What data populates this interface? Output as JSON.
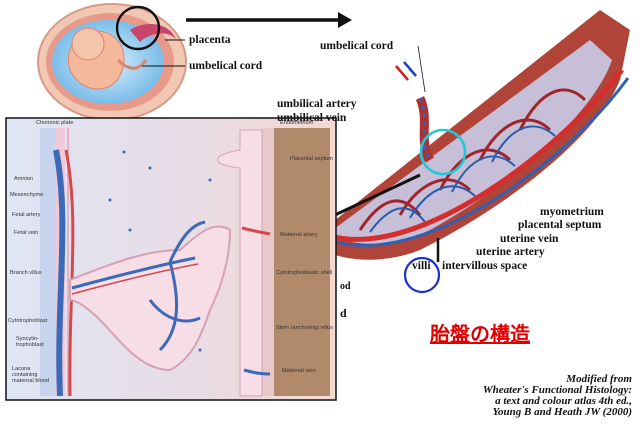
{
  "fetus_labels": {
    "placenta": "placenta",
    "umbilical_cord": "umbelical cord"
  },
  "placenta_labels": {
    "umbilical_cord": "umbelical cord",
    "umbilical_artery": "umbilical artery",
    "umbilical_vein": "umbilical vein",
    "myometrium": "myometrium",
    "placental_septum": "placental septum",
    "uterine_vein": "uterine vein",
    "uterine_artery": "uterine artery",
    "villi": "villi",
    "intervillous_space": "intervillous space",
    "blood_fragment": "od",
    "d_fragment": "d"
  },
  "histology_labels": {
    "chorionic_plate": "Chorionic plate",
    "endometrium": "Endometrium",
    "amnion": "Amnion",
    "mesenchyme": "Mesenchyme",
    "fetal_artery": "Fetal artery",
    "fetal_vein": "Fetal vein",
    "branch_villus": "Branch villus",
    "cytotrophoblast": "Cytotrophoblast",
    "syncytiotrophoblast": "Syncytio-\ntrophoblast",
    "lacuna": "Lacuna\ncontaining\nmaternal blood",
    "placental_septum": "Placental septum",
    "maternal_artery": "Maternal artery",
    "cytotrophoblastic_shell": "Cytotrophoblastic shell",
    "stem_villus": "Stem (anchoring) villus",
    "maternal_vein": "Maternal vein"
  },
  "title": "胎盤の構造",
  "citation": {
    "line1": "Modified from",
    "line2": "Wheater's Functional Histology:",
    "line3": "a text and colour atlas 4th ed.,",
    "line4": "Young B and Heath JW (2000)"
  },
  "colors": {
    "title": "#e00000",
    "callout_cyan": "#22c8d8",
    "callout_blue": "#1a2fd0",
    "vessel_red": "#c8262a",
    "vessel_blue": "#2a5aa8"
  }
}
